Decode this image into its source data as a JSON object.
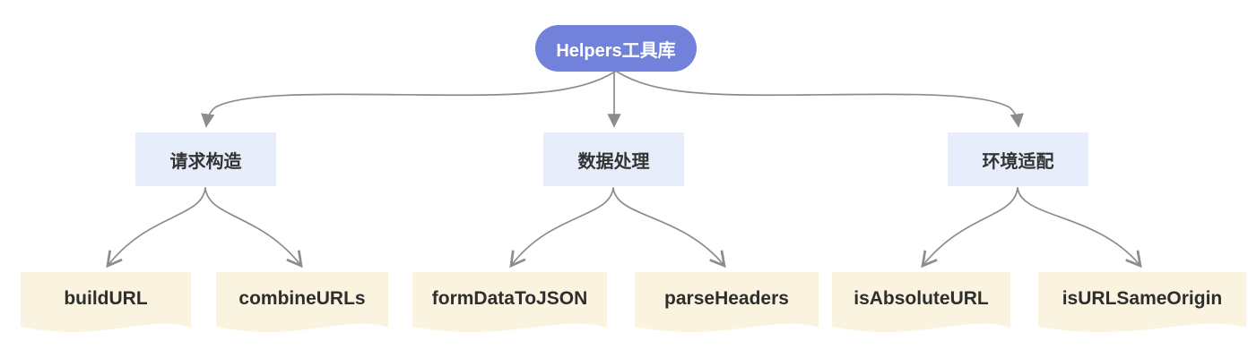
{
  "diagram": {
    "title": "Helpers工具库 flowchart",
    "root": {
      "label": "Helpers工具库",
      "shape": "stadium"
    },
    "categories": [
      {
        "label": "请求构造",
        "shape": "rect",
        "children": [
          "buildURL",
          "combineURLs"
        ]
      },
      {
        "label": "数据处理",
        "shape": "rect",
        "children": [
          "formDataToJSON",
          "parseHeaders"
        ]
      },
      {
        "label": "环境适配",
        "shape": "rect",
        "children": [
          "isAbsoluteURL",
          "isURLSameOrigin"
        ]
      }
    ],
    "edges": [
      {
        "from": "Helpers工具库",
        "to": "请求构造",
        "arrowhead": "triangle"
      },
      {
        "from": "Helpers工具库",
        "to": "数据处理",
        "arrowhead": "triangle"
      },
      {
        "from": "Helpers工具库",
        "to": "环境适配",
        "arrowhead": "triangle"
      },
      {
        "from": "请求构造",
        "to": "buildURL",
        "arrowhead": "vee"
      },
      {
        "from": "请求构造",
        "to": "combineURLs",
        "arrowhead": "vee"
      },
      {
        "from": "数据处理",
        "to": "formDataToJSON",
        "arrowhead": "vee"
      },
      {
        "from": "数据处理",
        "to": "parseHeaders",
        "arrowhead": "vee"
      },
      {
        "from": "环境适配",
        "to": "isAbsoluteURL",
        "arrowhead": "vee"
      },
      {
        "from": "环境适配",
        "to": "isURLSameOrigin",
        "arrowhead": "vee"
      }
    ],
    "colors": {
      "root_fill": "#7282DB",
      "root_text": "#FFFFFF",
      "category_fill": "#E8EDFB",
      "leaf_fill": "#FAF3DF",
      "edge": "#8C8C8C",
      "node_text": "#333333",
      "background": "#FFFFFF"
    }
  }
}
